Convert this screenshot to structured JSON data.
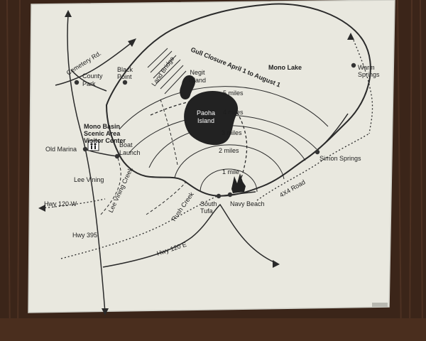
{
  "map": {
    "lake_name": "Mono Lake",
    "closure_note": "Gull Closure April 1 to August 1",
    "islands": {
      "negit": "Negit Island",
      "paoha": "Paoha Island"
    },
    "distance_rings": [
      "1 mile",
      "2 miles",
      "3 miles",
      "4 miles",
      "5 miles"
    ],
    "places": {
      "county_park": "County Park",
      "black_point": "Black Point",
      "land_bridge": "Land Bridge",
      "visitor_center": [
        "Mono Basin",
        "Scenic Area",
        "Visitor Center"
      ],
      "old_marina": "Old Marina",
      "boat_launch": [
        "Boat",
        "Launch"
      ],
      "lee_vining": "Lee Vining",
      "south_tufa": [
        "South",
        "Tufa"
      ],
      "navy_beach": "Navy Beach",
      "simon_springs": "Simon Springs",
      "warm_springs": [
        "Warm",
        "Springs"
      ]
    },
    "roads": {
      "cemetery_rd": "Cemetery Rd.",
      "hwy_120_w": "Hwy 120 W",
      "hwy_395": "Hwy 395",
      "hwy_120_e": "Hwy 120 E",
      "road_4x4": "4X4 Road"
    },
    "creeks": {
      "lee_vining_creek": "Lee Vining Creek",
      "rush_creek": "Rush Creek"
    }
  }
}
